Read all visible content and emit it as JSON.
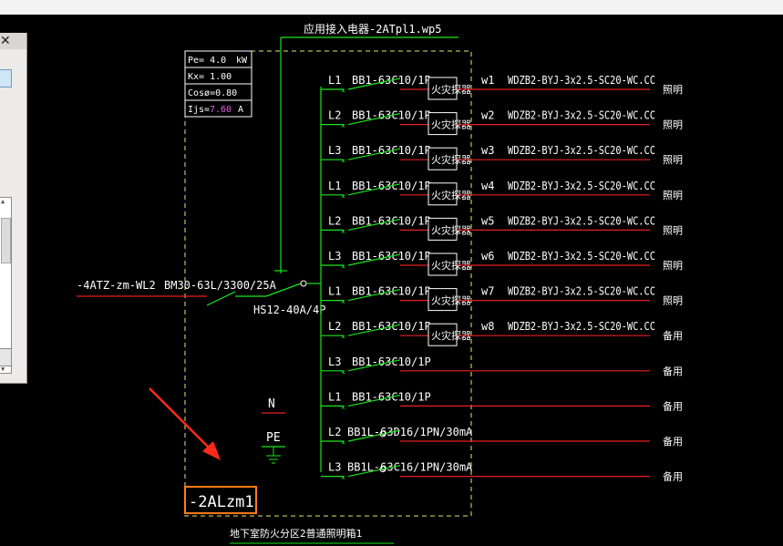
{
  "window": {
    "close_glyph": "✕"
  },
  "drawing": {
    "title": "应用接入电器-2ATpl1.wp5",
    "panel_name": "-2ALzm1",
    "bottom_note": "地下室防火分区2普通照明箱1",
    "incoming_cable": "-4ATZ-zm-WL2",
    "incoming_breaker": "BM30-63L/3300/25A",
    "main_switch": "HS12-40A/4P",
    "neutral_label": "N",
    "pe_label": "PE",
    "calc": {
      "pe": "Pe= 4.0",
      "pe_unit": "kW",
      "kx": "Kx= 1.00",
      "cos": "Cosø=0.80",
      "ijs_label": "Ijs=",
      "ijs_value": "7.60",
      "ijs_unit": "A"
    },
    "circuits": [
      {
        "phase": "L1",
        "breaker": "BB1-63C10/1P",
        "device": "火灾探器",
        "circuit": "w1",
        "cable": "WDZB2-BYJ-3x2.5-SC20-WC.CC",
        "use": "照明"
      },
      {
        "phase": "L2",
        "breaker": "BB1-63C10/1P",
        "device": "火灾探器",
        "circuit": "w2",
        "cable": "WDZB2-BYJ-3x2.5-SC20-WC.CC",
        "use": "照明"
      },
      {
        "phase": "L3",
        "breaker": "BB1-63C10/1P",
        "device": "火灾探器",
        "circuit": "w3",
        "cable": "WDZB2-BYJ-3x2.5-SC20-WC.CC",
        "use": "照明"
      },
      {
        "phase": "L1",
        "breaker": "BB1-63C10/1P",
        "device": "火灾探器",
        "circuit": "w4",
        "cable": "WDZB2-BYJ-3x2.5-SC20-WC.CC",
        "use": "照明"
      },
      {
        "phase": "L2",
        "breaker": "BB1-63C10/1P",
        "device": "火灾探器",
        "circuit": "w5",
        "cable": "WDZB2-BYJ-3x2.5-SC20-WC.CC",
        "use": "照明"
      },
      {
        "phase": "L3",
        "breaker": "BB1-63C10/1P",
        "device": "火灾探器",
        "circuit": "w6",
        "cable": "WDZB2-BYJ-3x2.5-SC20-WC.CC",
        "use": "照明"
      },
      {
        "phase": "L1",
        "breaker": "BB1-63C10/1P",
        "device": "火灾探器",
        "circuit": "w7",
        "cable": "WDZB2-BYJ-3x2.5-SC20-WC.CC",
        "use": "照明"
      },
      {
        "phase": "L2",
        "breaker": "BB1-63C10/1P",
        "device": "火灾探器",
        "circuit": "w8",
        "cable": "WDZB2-BYJ-3x2.5-SC20-WC.CC",
        "use": "备用"
      },
      {
        "phase": "L3",
        "breaker": "BB1-63C10/1P",
        "device": "",
        "circuit": "",
        "cable": "",
        "use": "备用"
      },
      {
        "phase": "L1",
        "breaker": "BB1-63C10/1P",
        "device": "",
        "circuit": "",
        "cable": "",
        "use": "备用"
      },
      {
        "phase": "L2",
        "breaker": "BB1L-63D16/1PN/30mA",
        "device": "",
        "circuit": "",
        "cable": "",
        "use": "备用"
      },
      {
        "phase": "L3",
        "breaker": "BB1L-63C16/1PN/30mA",
        "device": "",
        "circuit": "",
        "cable": "",
        "use": "备用"
      }
    ]
  },
  "colors": {
    "background": "#000000",
    "wire_green": "#19e619",
    "wire_red": "#e62020",
    "text": "#ffffff",
    "dashed_frame": "#e8e870",
    "highlight_box": "#ff7a1a",
    "arrow": "#ff2a1a",
    "ijs_value": "#e060e0"
  }
}
